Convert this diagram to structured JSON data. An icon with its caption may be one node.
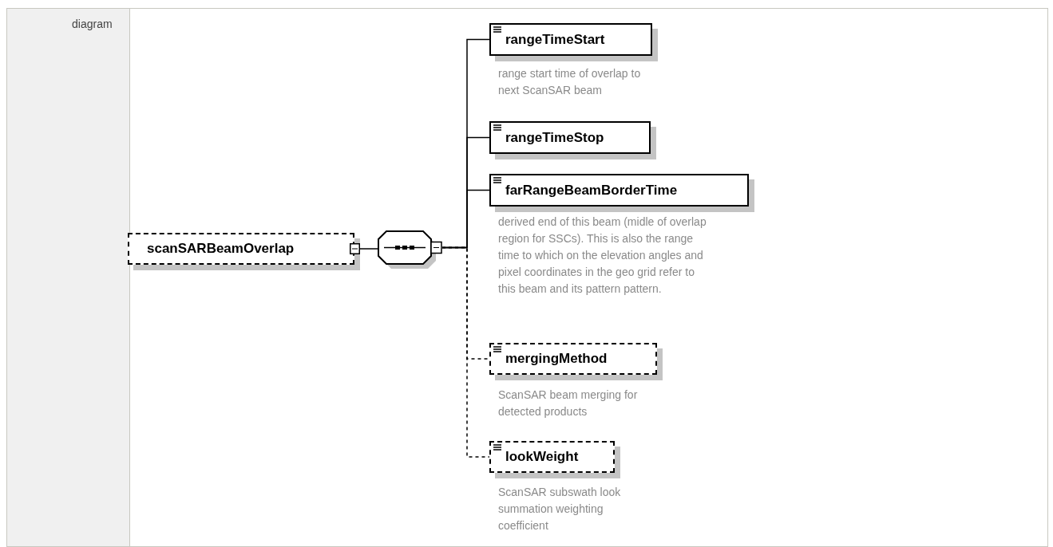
{
  "diagram": {
    "nodes": [
      {
        "text": [
          "scanSARBeamOverlap"
        ]
      },
      {
        "text": [],
        "shape": "octagon"
      },
      {
        "text": [
          "rangeTimeStart"
        ],
        "beside": [
          "range start time of overlap to next ScanSAR beam"
        ]
      },
      {
        "text": [
          "rangeTimeStop"
        ]
      },
      {
        "text": [
          "farRangeBeamBorderTime"
        ],
        "beside": [
          "derived end of this beam (midle of overlap region for SSCs). This is also the range time to which on the elevation angles and pixel coordinates in the geo grid refer to this beam and its pattern pattern."
        ]
      },
      {
        "text": [
          "mergingMethod"
        ],
        "beside": [
          "ScanSAR beam merging for detected products"
        ]
      },
      {
        "text": [
          "lookWeight"
        ],
        "beside": [
          "ScanSAR subswath  look summation weighting coefficient"
        ]
      }
    ],
    "edges": [
      {
        "from": 0,
        "to": 1,
        "arrow": "none"
      },
      {
        "from": 1,
        "to": 2,
        "arrow": "none"
      },
      {
        "from": 1,
        "to": 3,
        "arrow": "none"
      },
      {
        "from": 1,
        "to": 4,
        "arrow": "none"
      },
      {
        "from": 1,
        "to": 5,
        "arrow": "none",
        "style": "dashed"
      },
      {
        "from": 1,
        "to": 6,
        "arrow": "none",
        "style": "dashed"
      }
    ],
    "labels": [
      "diagram"
    ]
  }
}
